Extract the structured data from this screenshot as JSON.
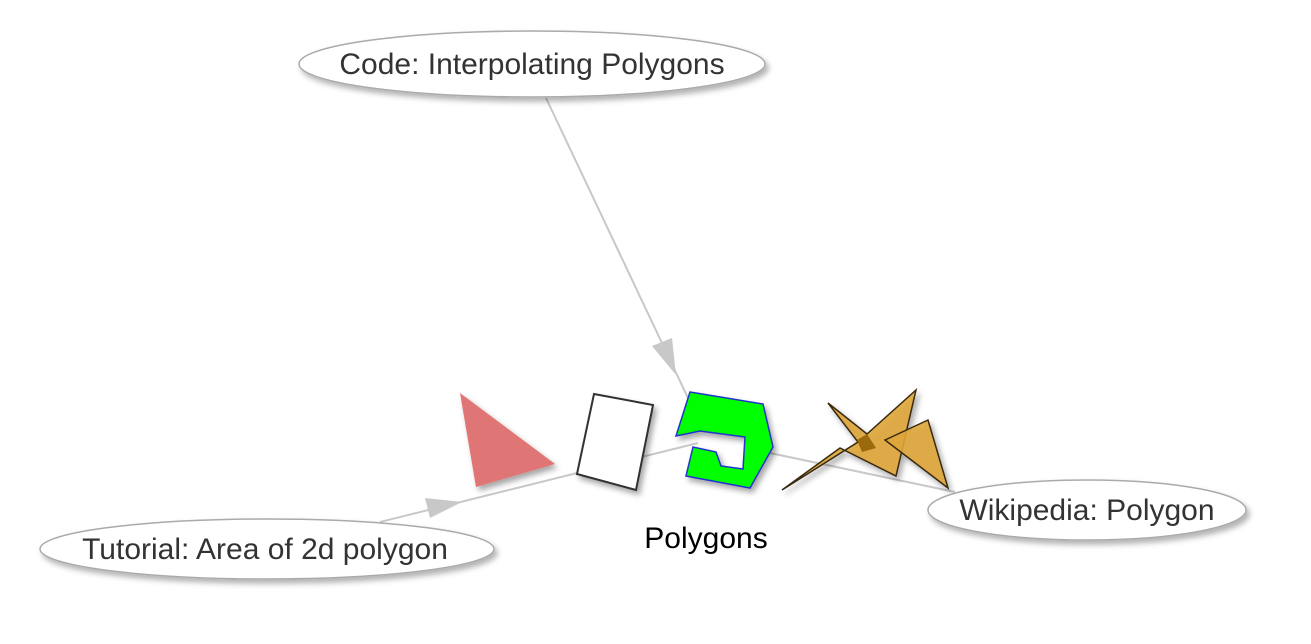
{
  "center_node": {
    "label": "Polygons"
  },
  "nodes": [
    {
      "id": "code",
      "label": "Code: Interpolating Polygons"
    },
    {
      "id": "tutorial",
      "label": "Tutorial: Area of 2d polygon"
    },
    {
      "id": "wikipedia",
      "label": "Wikipedia: Polygon"
    }
  ],
  "colors": {
    "triangle": "#e07474",
    "green": "#00ff00",
    "star": "#dfa63a",
    "edge": "#c8c8c8"
  }
}
